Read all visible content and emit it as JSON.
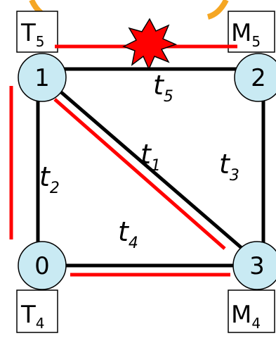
{
  "colors": {
    "node_fill": "#c9eaf3",
    "edge": "#000000",
    "highlight": "#ff0000",
    "orange_arc": "#f5a623",
    "burst_fill": "#ff0000",
    "burst_stroke": "#000000"
  },
  "nodes": [
    {
      "id": "n1",
      "label": "1"
    },
    {
      "id": "n2",
      "label": "2"
    },
    {
      "id": "n0",
      "label": "0"
    },
    {
      "id": "n3",
      "label": "3"
    }
  ],
  "boxes": [
    {
      "id": "T5",
      "base": "T",
      "sub": "5"
    },
    {
      "id": "M5",
      "base": "M",
      "sub": "5"
    },
    {
      "id": "T4",
      "base": "T",
      "sub": "4"
    },
    {
      "id": "M4",
      "base": "M",
      "sub": "4"
    }
  ],
  "edge_labels": [
    {
      "id": "t5",
      "base": "t",
      "sub": "5"
    },
    {
      "id": "t1",
      "base": "t",
      "sub": "1"
    },
    {
      "id": "t2",
      "base": "t",
      "sub": "2"
    },
    {
      "id": "t3",
      "base": "t",
      "sub": "3"
    },
    {
      "id": "t4",
      "base": "t",
      "sub": "4"
    }
  ],
  "burst_icon": "explosion-icon"
}
